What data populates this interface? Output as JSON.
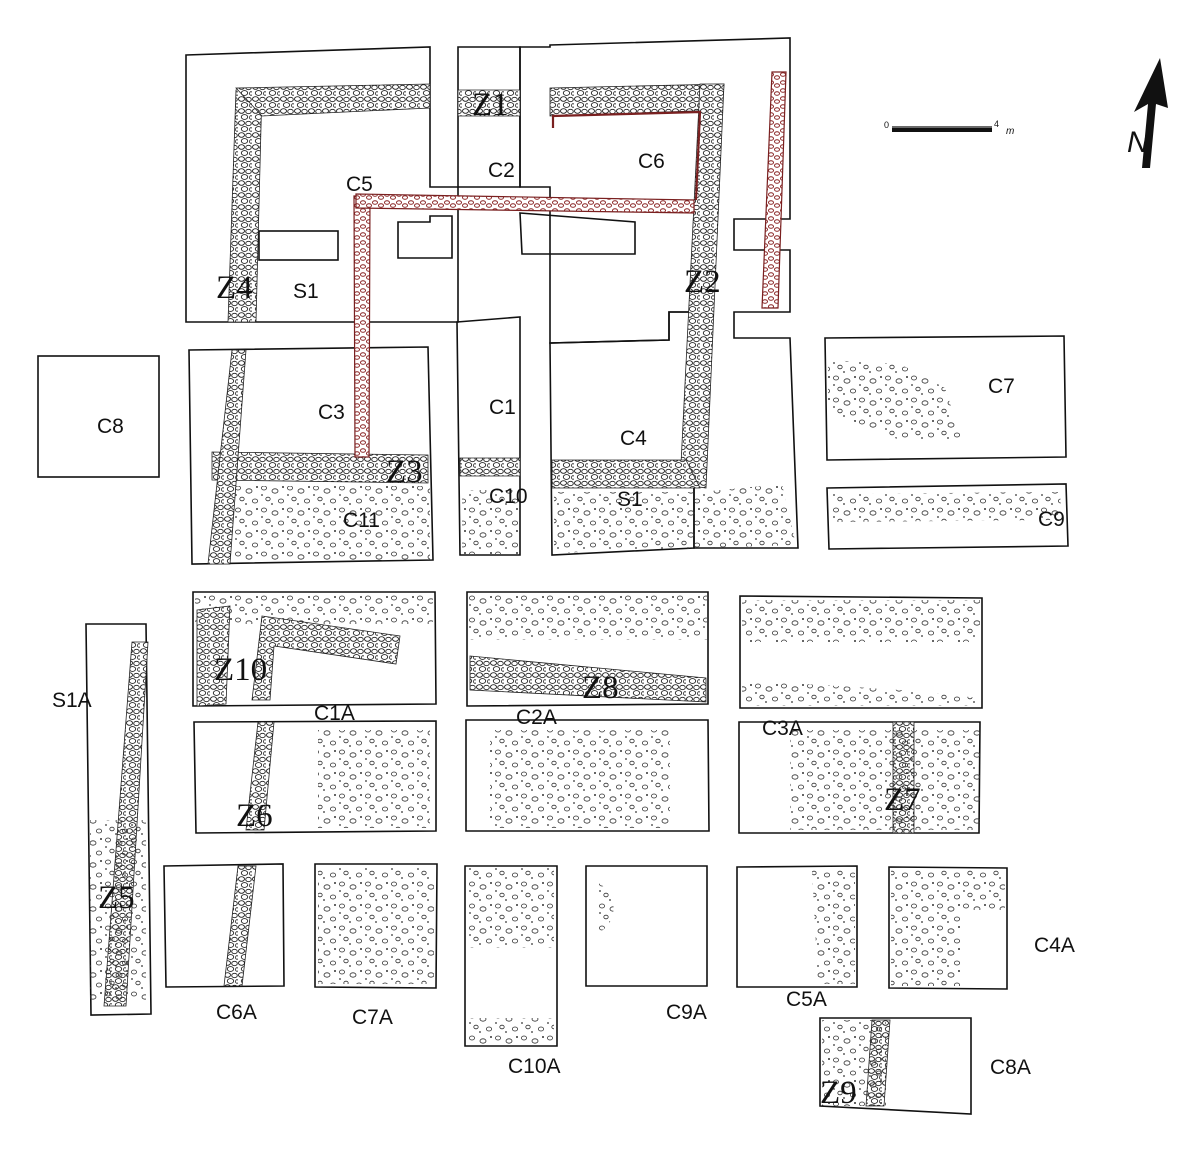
{
  "labels": {
    "Z1": "Z1",
    "Z2": "Z2",
    "Z3": "Z3",
    "Z4": "Z4",
    "Z5": "Z5",
    "Z6": "Z6",
    "Z7": "Z7",
    "Z8": "Z8",
    "Z9": "Z9",
    "Z10": "Z10",
    "C1": "C1",
    "C2": "C2",
    "C3": "C3",
    "C4": "C4",
    "C5": "C5",
    "C6": "C6",
    "C7": "C7",
    "C8": "C8",
    "C9": "C9",
    "C10": "C10",
    "C11": "C11",
    "S1_west": "S1",
    "S1_south": "S1",
    "S1A": "S1A",
    "C1A": "C1A",
    "C2A": "C2A",
    "C3A": "C3A",
    "C4A": "C4A",
    "C5A": "C5A",
    "C6A": "C6A",
    "C7A": "C7A",
    "C8A": "C8A",
    "C9A": "C9A",
    "C10A": "C10A"
  },
  "north_arrow": {
    "letter": "N"
  },
  "scale_bar": {
    "start": "0",
    "end": "4",
    "unit": "m"
  },
  "colors": {
    "line": "#111111",
    "red_wall": "#7a2020",
    "background": "#ffffff"
  }
}
